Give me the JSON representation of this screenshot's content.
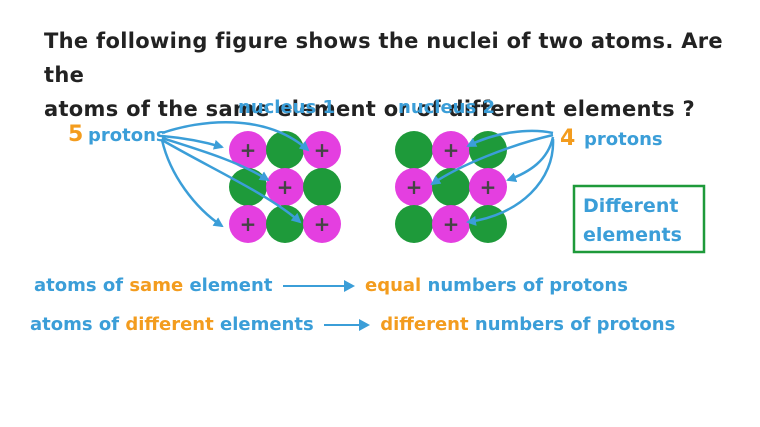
{
  "question": {
    "line1": "The following figure shows the nuclei of two atoms. Are the",
    "line2": "atoms of the same element or of different elements ?"
  },
  "nucleus1": {
    "label": "nucleus 1",
    "protons_count": "5",
    "protons_word": "protons"
  },
  "nucleus2": {
    "label": "nucleus 2",
    "protons_count": "4",
    "protons_word": "protons"
  },
  "proton_symbol": "+",
  "answer": {
    "line1": "Different",
    "line2": "elements"
  },
  "rule1": {
    "a": "atoms of",
    "b": "same",
    "c": "element",
    "d": "equal",
    "e": "numbers of protons"
  },
  "rule2": {
    "a": "atoms of",
    "b": "different",
    "c": "elements",
    "d": "different",
    "e": "numbers of protons"
  },
  "colors": {
    "proton": "#e43fe0",
    "neutron": "#1e9a3a",
    "arrow": "#3b9ed8",
    "accent": "#f39c1e",
    "box": "#1e9a3a"
  }
}
